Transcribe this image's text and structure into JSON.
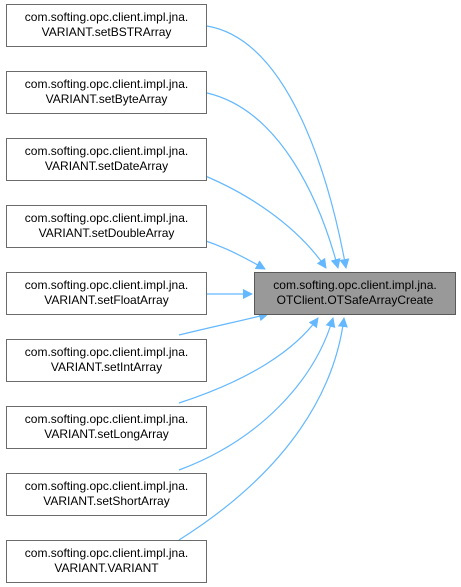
{
  "diagram": {
    "target": {
      "line1": "com.softing.opc.client.impl.jna.",
      "line2": "OTClient.OTSafeArrayCreate"
    },
    "callers": [
      {
        "line1": "com.softing.opc.client.impl.jna.",
        "line2": "VARIANT.setBSTRArray"
      },
      {
        "line1": "com.softing.opc.client.impl.jna.",
        "line2": "VARIANT.setByteArray"
      },
      {
        "line1": "com.softing.opc.client.impl.jna.",
        "line2": "VARIANT.setDateArray"
      },
      {
        "line1": "com.softing.opc.client.impl.jna.",
        "line2": "VARIANT.setDoubleArray"
      },
      {
        "line1": "com.softing.opc.client.impl.jna.",
        "line2": "VARIANT.setFloatArray"
      },
      {
        "line1": "com.softing.opc.client.impl.jna.",
        "line2": "VARIANT.setIntArray"
      },
      {
        "line1": "com.softing.opc.client.impl.jna.",
        "line2": "VARIANT.setLongArray"
      },
      {
        "line1": "com.softing.opc.client.impl.jna.",
        "line2": "VARIANT.setShortArray"
      },
      {
        "line1": "com.softing.opc.client.impl.jna.",
        "line2": "VARIANT.VARIANT"
      }
    ],
    "edge_color": "#63b8ff"
  }
}
